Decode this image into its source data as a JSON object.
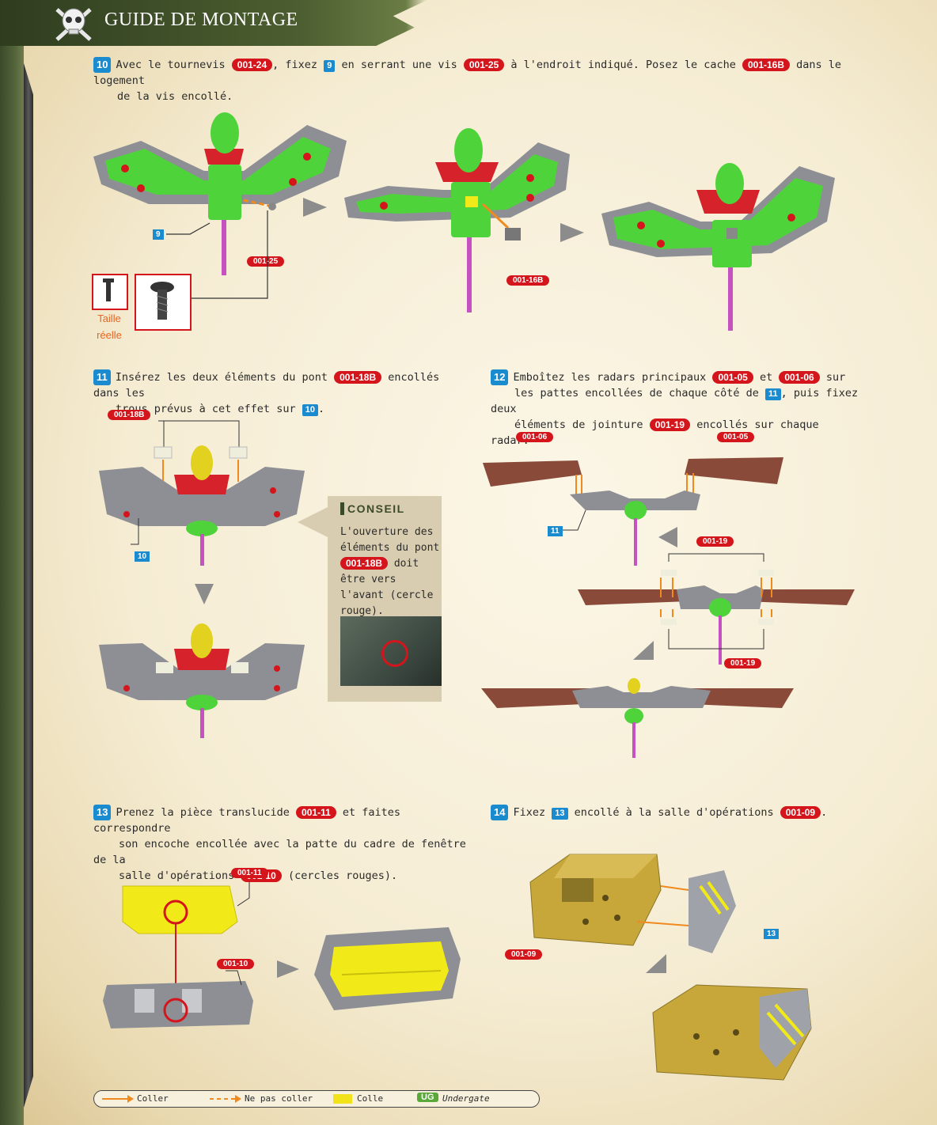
{
  "header": {
    "title": "GUIDE DE MONTAGE"
  },
  "step10": {
    "number": "10",
    "t1": "Avec le tournevis ",
    "ref1": "001-24",
    "t2": ", fixez ",
    "ref2": "9",
    "t3": " en serrant une vis ",
    "ref3": "001-25",
    "t4": " à l'endroit indiqué. Posez le cache ",
    "ref4": "001-16B",
    "t5": " dans le logement",
    "t6": "de la vis encollé.",
    "label_part": "9",
    "label_screw": "001-25",
    "label_cap": "001-16B",
    "caption1": "Taille",
    "caption2": "réelle"
  },
  "step11": {
    "number": "11",
    "t1": "Insérez les deux éléments du pont ",
    "ref1": "001-18B",
    "t2": " encollés dans les",
    "t3": "trous prévus à cet effet sur ",
    "ref2": "10",
    "t4": ".",
    "label_top": "001-18B",
    "label_part": "10"
  },
  "tip": {
    "heading": "CONSEIL",
    "t1": "L'ouverture des éléments du pont",
    "ref": "001-18B",
    "t2": " doit être vers l'avant (cercle rouge)."
  },
  "step12": {
    "number": "12",
    "t1": "Emboîtez les radars principaux ",
    "ref1": "001-05",
    "t2": " et ",
    "ref2": "001-06",
    "t3": " sur",
    "t4": "les pattes encollées de chaque côté de ",
    "ref3": "11",
    "t5": ", puis fixez deux",
    "t6": "éléments de jointure ",
    "ref4": "001-19",
    "t7": " encollés sur chaque radar.",
    "label_left": "001-06",
    "label_right": "001-05",
    "label_part": "11",
    "label_joint_top": "001-19",
    "label_joint_bottom": "001-19"
  },
  "step13": {
    "number": "13",
    "t1": "Prenez la pièce translucide ",
    "ref1": "001-11",
    "t2": " et faites correspondre",
    "t3": "son encoche encollée avec la patte du cadre de fenêtre de la",
    "t4": "salle d'opérations ",
    "ref2": "001-10",
    "t5": " (cercles rouges).",
    "label_a": "001-11",
    "label_b": "001-10"
  },
  "step14": {
    "number": "14",
    "t1": "Fixez ",
    "ref1": "13",
    "t2": " encollé à la salle d'opérations ",
    "ref2": "001-09",
    "t3": ".",
    "label_body": "001-09",
    "label_part": "13"
  },
  "legend": {
    "glue": "Coller",
    "noglue": "Ne pas coller",
    "colle": "Colle",
    "ug_badge": "UG",
    "ug": "Undergate"
  },
  "colors": {
    "ref_red": "#d4151b",
    "step_blue": "#1b8bd0",
    "arrow_orange": "#f08a1f",
    "part_green": "#4fd33b",
    "part_gray": "#8d8f95",
    "radar_brown": "#8a4a3a",
    "yellow": "#f2ea18",
    "gold": "#c7a73a"
  }
}
